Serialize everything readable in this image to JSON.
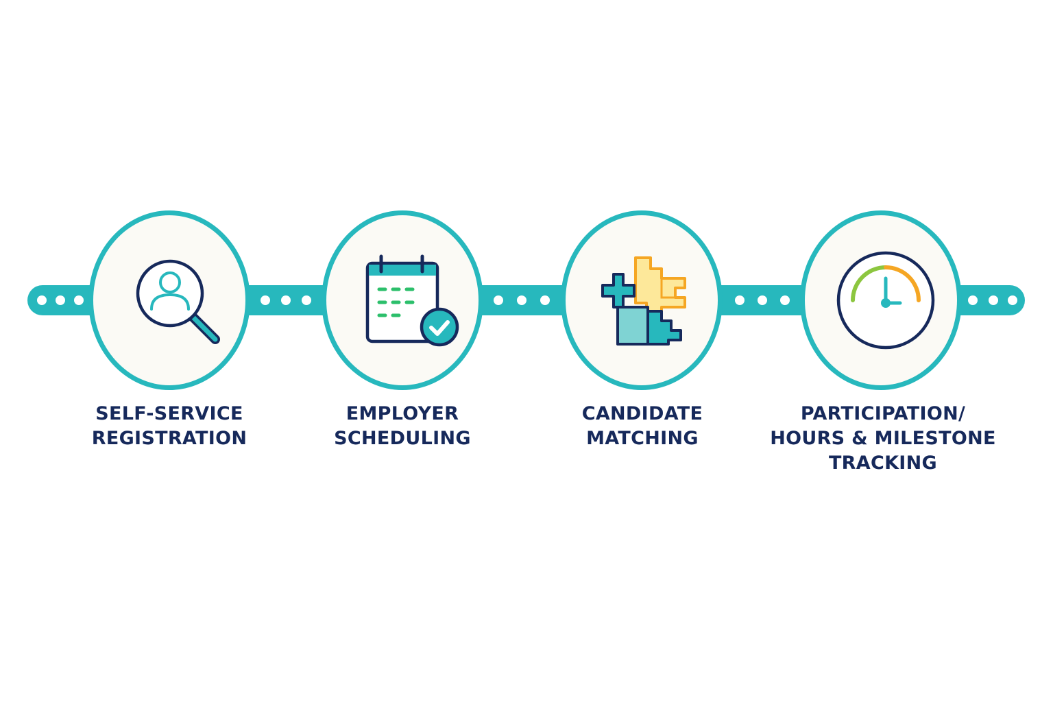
{
  "colors": {
    "accent_teal": "#27b8bd",
    "navy": "#16295b",
    "green": "#2cbf6b",
    "yellow": "#f6c33c",
    "orange": "#f5a623",
    "circle_fill": "#fbfaf5"
  },
  "steps": [
    {
      "icon": "user-search-icon",
      "label_lines": [
        "SELF-SERVICE",
        "REGISTRATION"
      ]
    },
    {
      "icon": "calendar-check-icon",
      "label_lines": [
        "EMPLOYER",
        "SCHEDULING"
      ]
    },
    {
      "icon": "puzzle-pieces-icon",
      "label_lines": [
        "CANDIDATE",
        "MATCHING"
      ]
    },
    {
      "icon": "gauge-clock-icon",
      "label_lines": [
        "PARTICIPATION/",
        "HOURS & MILESTONE",
        "TRACKING"
      ]
    }
  ]
}
